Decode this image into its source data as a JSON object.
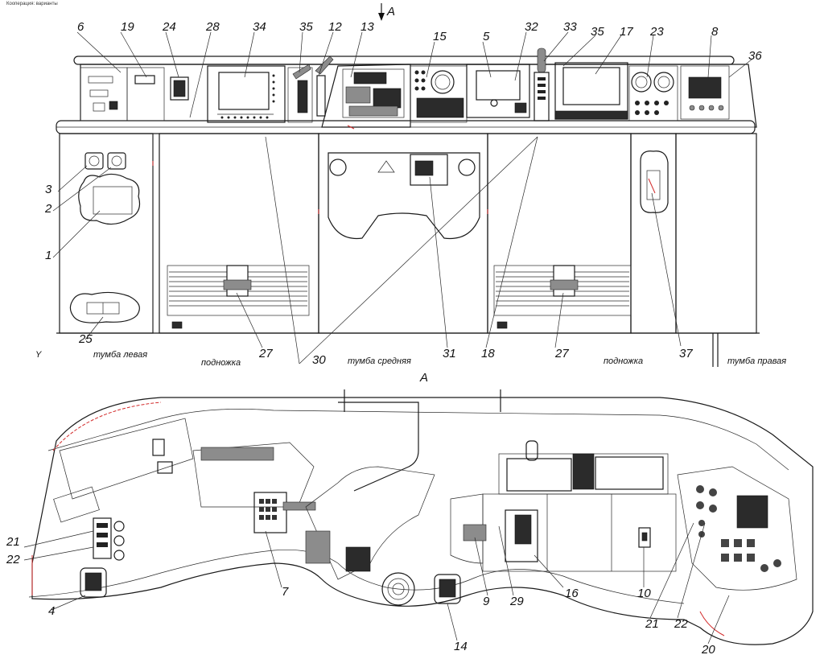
{
  "drawing": {
    "corner_note": "Кооперация: варианты",
    "view_marker": "A",
    "view_title": "A",
    "axis_label": "Y",
    "labels": {
      "podnozhka_left": "подножка",
      "podnozhka_right": "подножка",
      "tumba_left": "тумба левая",
      "tumba_middle": "тумба средняя",
      "tumba_right": "тумба правая"
    },
    "callouts_top": [
      "6",
      "19",
      "24",
      "28",
      "34",
      "35",
      "12",
      "13",
      "15",
      "5",
      "32",
      "33",
      "35",
      "17",
      "23",
      "8",
      "36",
      "3",
      "2",
      "1",
      "25",
      "27",
      "30",
      "31",
      "18",
      "27",
      "37"
    ],
    "callouts_bottom": [
      "21",
      "22",
      "4",
      "7",
      "9",
      "29",
      "16",
      "10",
      "21",
      "22",
      "14",
      "20"
    ]
  },
  "colors": {
    "line": "#1a1a1a",
    "accent": "#d22a2a",
    "background": "#ffffff"
  }
}
